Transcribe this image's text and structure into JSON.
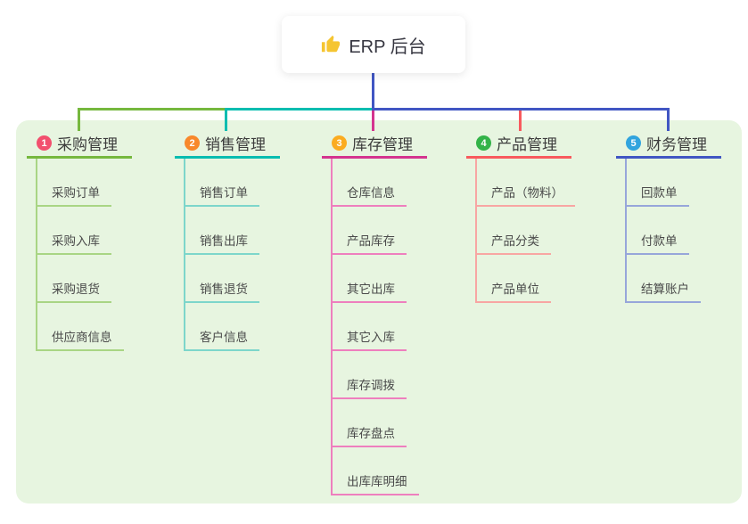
{
  "root": {
    "icon": "thumbs-up",
    "label": "ERP 后台"
  },
  "branches": [
    {
      "badge": "1",
      "label": "采购管理",
      "badge_color": "#F2506E",
      "line_color": "#76B83E",
      "tint_color": "#A9D584",
      "children": [
        "采购订单",
        "采购入库",
        "采购退货",
        "供应商信息"
      ]
    },
    {
      "badge": "2",
      "label": "销售管理",
      "badge_color": "#F8882B",
      "line_color": "#08BDB0",
      "tint_color": "#7DD6CB",
      "children": [
        "销售订单",
        "销售出库",
        "销售退货",
        "客户信息"
      ]
    },
    {
      "badge": "3",
      "label": "库存管理",
      "badge_color": "#FBAC20",
      "line_color": "#D4348F",
      "tint_color": "#EE7FBE",
      "children": [
        "仓库信息",
        "产品库存",
        "其它出库",
        "其它入库",
        "库存调拨",
        "库存盘点",
        "出库库明细"
      ]
    },
    {
      "badge": "4",
      "label": "产品管理",
      "badge_color": "#33B348",
      "line_color": "#F85A5E",
      "tint_color": "#F8A6A3",
      "children": [
        "产品（物料）",
        "产品分类",
        "产品单位"
      ]
    },
    {
      "badge": "5",
      "label": "财务管理",
      "badge_color": "#31A4DE",
      "line_color": "#4156C3",
      "tint_color": "#97A6DA",
      "children": [
        "回款单",
        "付款单",
        "结算账户"
      ]
    }
  ],
  "colors": {
    "canvas_bg": "#E7F5E0",
    "icon_yellow": "#F5C531",
    "root_text": "#363640"
  }
}
